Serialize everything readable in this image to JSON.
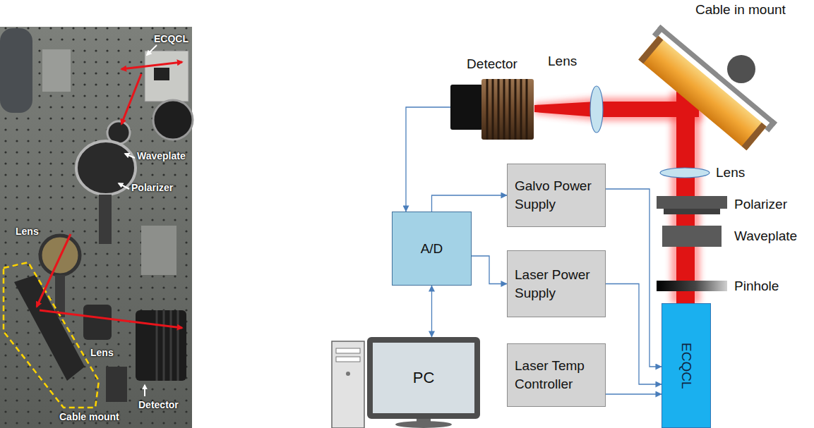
{
  "diagram": {
    "nodes": [
      {
        "text": [
          "Detector"
        ]
      },
      {
        "text": [
          "Galvo Power Supply"
        ]
      },
      {
        "text": [
          "A/D"
        ]
      },
      {
        "text": [
          "Laser Power Supply"
        ]
      },
      {
        "text": [
          "PC"
        ]
      },
      {
        "text": [
          "Laser Temp Controller"
        ]
      },
      {
        "text": [
          "ECQCL"
        ]
      }
    ],
    "edges": [
      {
        "from": 0,
        "to": 2,
        "arrow": "to"
      },
      {
        "from": 2,
        "to": 1,
        "arrow": "to"
      },
      {
        "from": 2,
        "to": 3,
        "arrow": "to"
      },
      {
        "from": 2,
        "to": 4,
        "arrow": "both"
      },
      {
        "from": 1,
        "to": 6,
        "arrow": "to"
      },
      {
        "from": 3,
        "to": 6,
        "arrow": "to"
      },
      {
        "from": 5,
        "to": 6,
        "arrow": "to"
      }
    ],
    "labels": [
      "ECQCL",
      "Waveplate",
      "Polarizer",
      "Lens",
      "Lens",
      "Detector",
      "Cable mount",
      "Cable in mount",
      "Lens",
      "Lens",
      "Polarizer",
      "Waveplate",
      "Pinhole"
    ]
  }
}
